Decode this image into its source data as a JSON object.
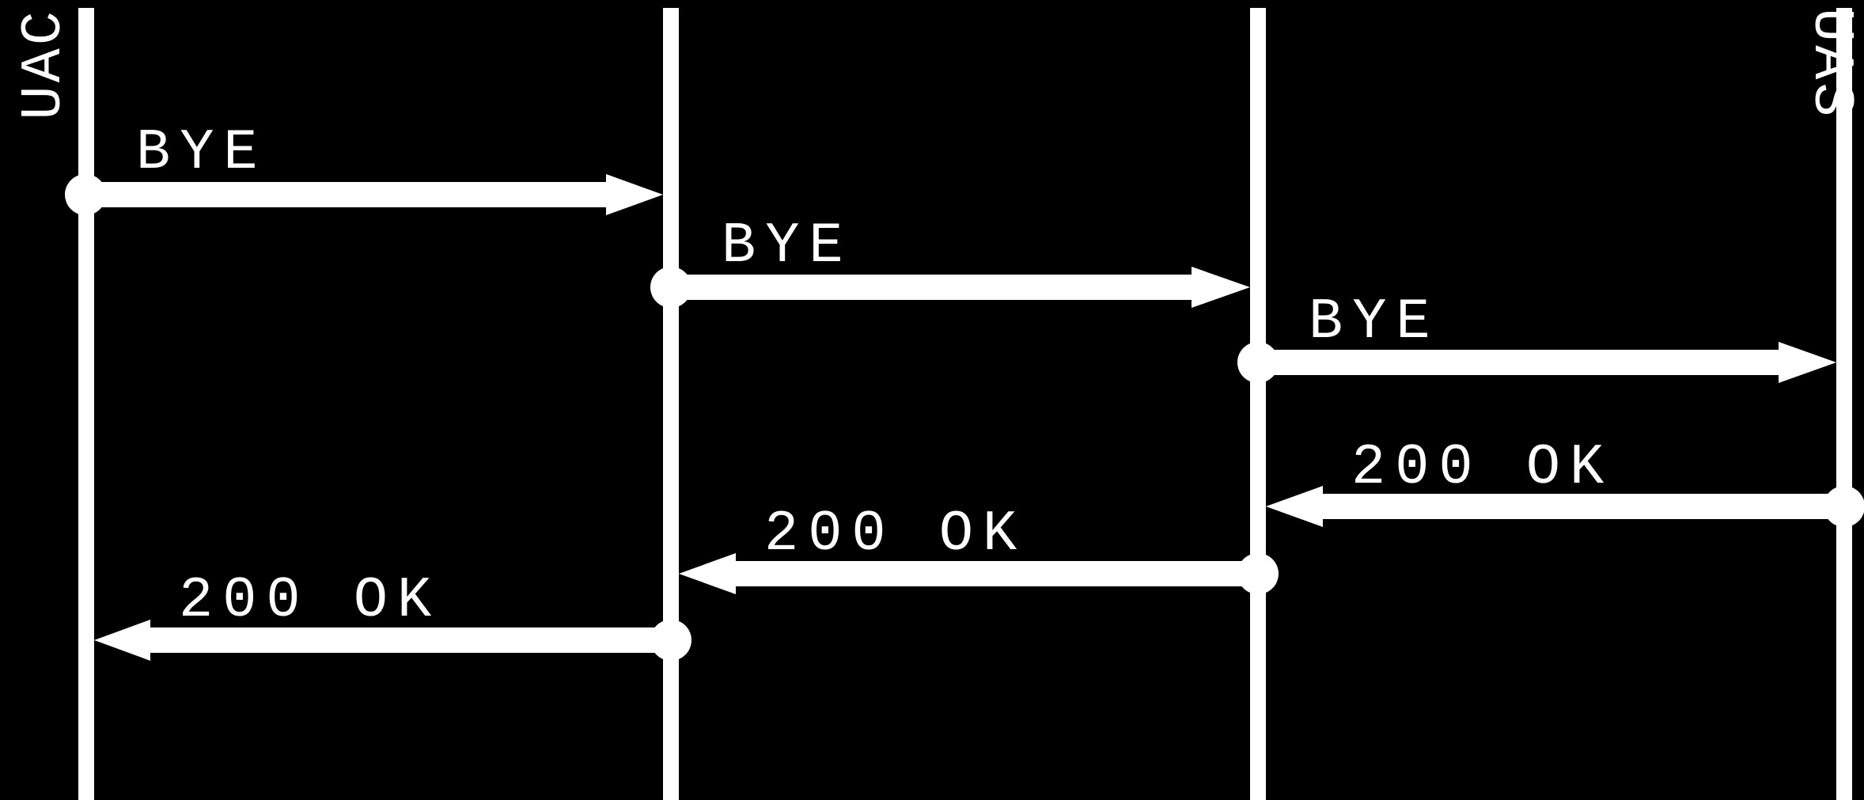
{
  "diagram": {
    "type": "sip-sequence-diagram",
    "background": "#000000",
    "foreground": "#ffffff",
    "actors": [
      "UAC",
      "",
      "",
      "UAS"
    ],
    "messages": [
      {
        "label": "BYE",
        "from": 0,
        "to": 1
      },
      {
        "label": "BYE",
        "from": 1,
        "to": 2
      },
      {
        "label": "BYE",
        "from": 2,
        "to": 3
      },
      {
        "label": "200 OK",
        "from": 3,
        "to": 2
      },
      {
        "label": "200 OK",
        "from": 2,
        "to": 1
      },
      {
        "label": "200 OK",
        "from": 1,
        "to": 0
      }
    ]
  }
}
